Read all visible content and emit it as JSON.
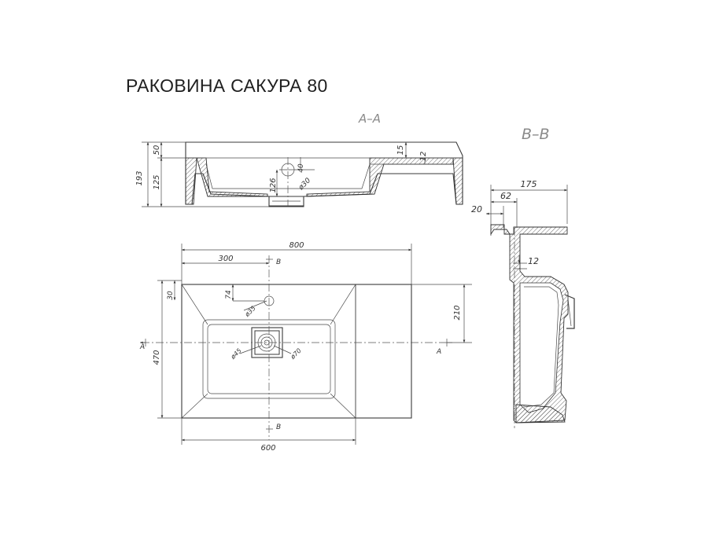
{
  "title": "РАКОВИНА САКУРА 80",
  "sections": {
    "aa": "A–A",
    "bb": "B–B"
  },
  "section_marks": {
    "a": "A",
    "b": "B"
  },
  "dims": {
    "overall_width": "800",
    "bowl_offset": "300",
    "bowl_width": "600",
    "depth": "470",
    "depth_partial": "210",
    "back_rim": "30",
    "tap_offset": "74",
    "tap_hole": "ø35",
    "drain_hole": "ø45",
    "drain_outer": "ø70",
    "height_total": "193",
    "height_top": "50",
    "height_bowl": "125",
    "rim": "15",
    "wall": "12",
    "bowl_depth": "126",
    "hole_depth": "40",
    "hole_dia": "ø30",
    "bb_depth": "175",
    "bb_62": "62",
    "bb_20": "20",
    "bb_12": "12"
  }
}
